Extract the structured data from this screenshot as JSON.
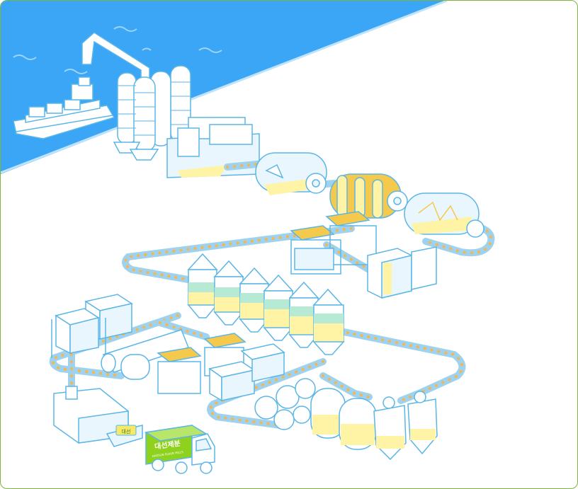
{
  "truck": {
    "brand": "대선제분",
    "sub": "DAESUN FLOUR MILLS"
  },
  "bag": {
    "label": "대선"
  },
  "colors": {
    "sea": "#3aa6f5",
    "line": "#5bb6e6",
    "fill": "#eaf6fd",
    "flour": "#fff3a6",
    "flour_dark": "#f5c94c",
    "mint": "#b6ead4",
    "dot": "#f7b54a",
    "brand": "#8fd21e",
    "border": "#7cb342"
  }
}
